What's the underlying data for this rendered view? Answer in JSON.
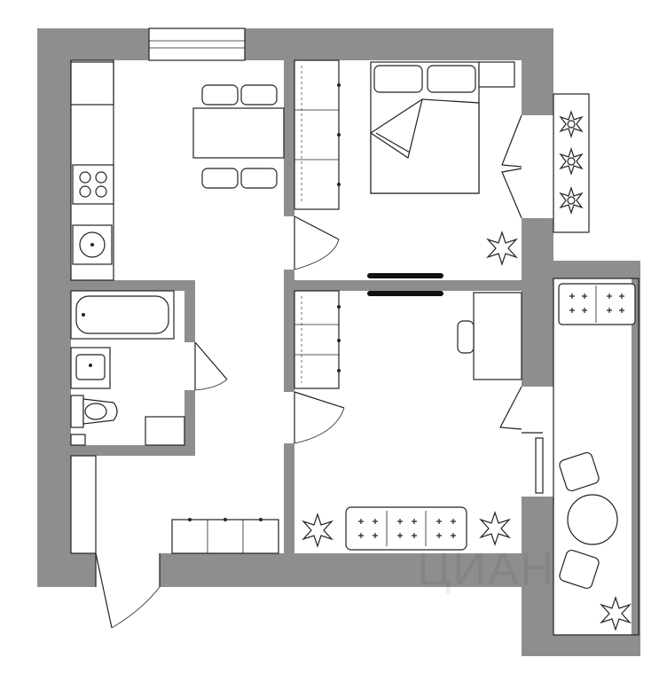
{
  "plan": {
    "rooms": [
      "kitchen",
      "bathroom",
      "hallway",
      "bedroom",
      "living-room",
      "loggia",
      "balcony"
    ],
    "colors": {
      "wall": "#8e8e8e",
      "line": "#222222",
      "background": "#ffffff"
    },
    "icons": [
      "plant-icon",
      "sofa-icon",
      "bed-icon",
      "stove-icon",
      "sink-icon",
      "bathtub-icon",
      "toilet-icon",
      "tv-icon",
      "armchair-icon",
      "door-icon"
    ]
  }
}
